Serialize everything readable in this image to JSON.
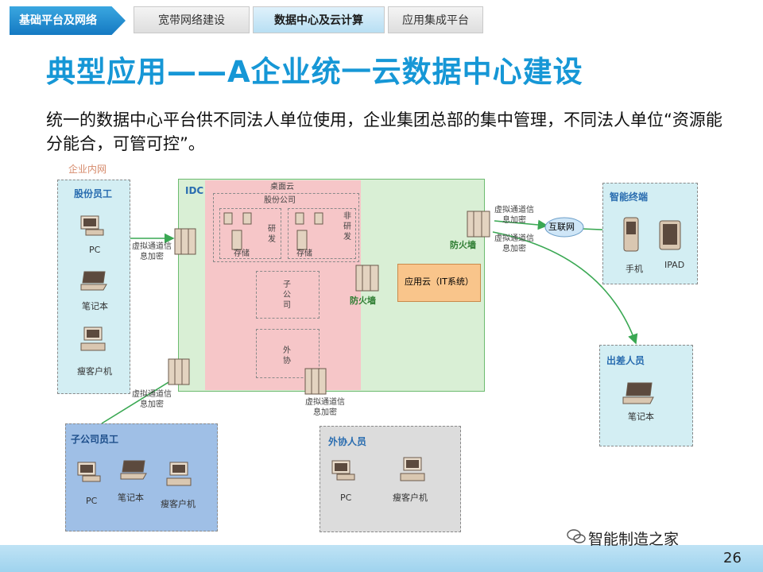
{
  "nav": {
    "items": [
      "基础平台及网络",
      "宽带网络建设",
      "数据中心及云计算",
      "应用集成平台"
    ],
    "active_index": 2
  },
  "title": "典型应用——A企业统一云数据中心建设",
  "description": "统一的数据中心平台供不同法人单位使用，企业集团总部的集中管理，不同法人单位“资源能分能合，可管可控”。",
  "diagram": {
    "intranet_label": "企业内网",
    "groups": {
      "shareholder_staff": {
        "title": "股份员工",
        "devices": [
          "PC",
          "笔记本",
          "瘦客户机"
        ]
      },
      "subsidiary_staff": {
        "title": "子公司员工",
        "devices": [
          "PC",
          "笔记本",
          "瘦客户机"
        ]
      },
      "outsource_staff": {
        "title": "外协人员",
        "devices": [
          "PC",
          "瘦客户机"
        ]
      },
      "smart_terminal": {
        "title": "智能终端",
        "devices": [
          "手机",
          "IPAD"
        ]
      },
      "travel_staff": {
        "title": "出差人员",
        "devices": [
          "笔记本"
        ]
      }
    },
    "idc": {
      "label": "IDC",
      "desktop_cloud": "桌面云",
      "company": "股份公司",
      "rnd": "研发",
      "storage": "存储",
      "non_rnd": "非研发",
      "subsidiary": "子公司",
      "outsource": "外协",
      "app_cloud": "应用云（IT系统）",
      "firewall": "防火墙"
    },
    "vpn_label": "虚拟通道信息加密",
    "internet": "互联网"
  },
  "colors": {
    "accent": "#1697d6",
    "idc_green": "#d9efd5",
    "idc_pink": "#f6c6c8",
    "app_cloud": "#f9c58b",
    "group_fill": "#d3eef3",
    "subsidiary_fill": "#9fbfe6",
    "outsource_fill": "#dcdcdc",
    "line_green": "#3aa853"
  },
  "footer": {
    "brand": "智能制造之家",
    "page": "26"
  }
}
